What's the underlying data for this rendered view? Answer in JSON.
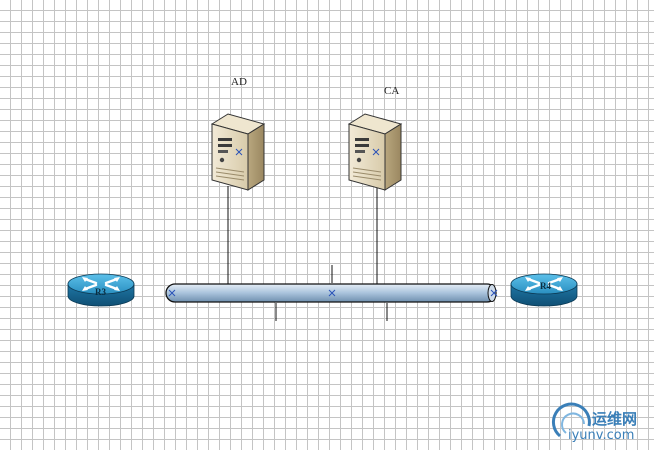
{
  "nodes": {
    "ad_server": {
      "label": "AD",
      "icon": "server-icon"
    },
    "ca_server": {
      "label": "CA",
      "icon": "server-icon"
    },
    "router_left": {
      "label": "R3",
      "icon": "router-icon"
    },
    "router_right": {
      "label": "R4",
      "icon": "router-icon"
    },
    "bus": {
      "icon": "ethernet-bus-icon"
    }
  },
  "watermark": {
    "cn": "运维网",
    "domain": "iyunv.com"
  },
  "colors": {
    "router_blue": "#2a8fc0",
    "bus_fill": "#b8cfe4",
    "server_beige": "#e6dcc4",
    "watermark_blue": "#3a7fb8"
  }
}
